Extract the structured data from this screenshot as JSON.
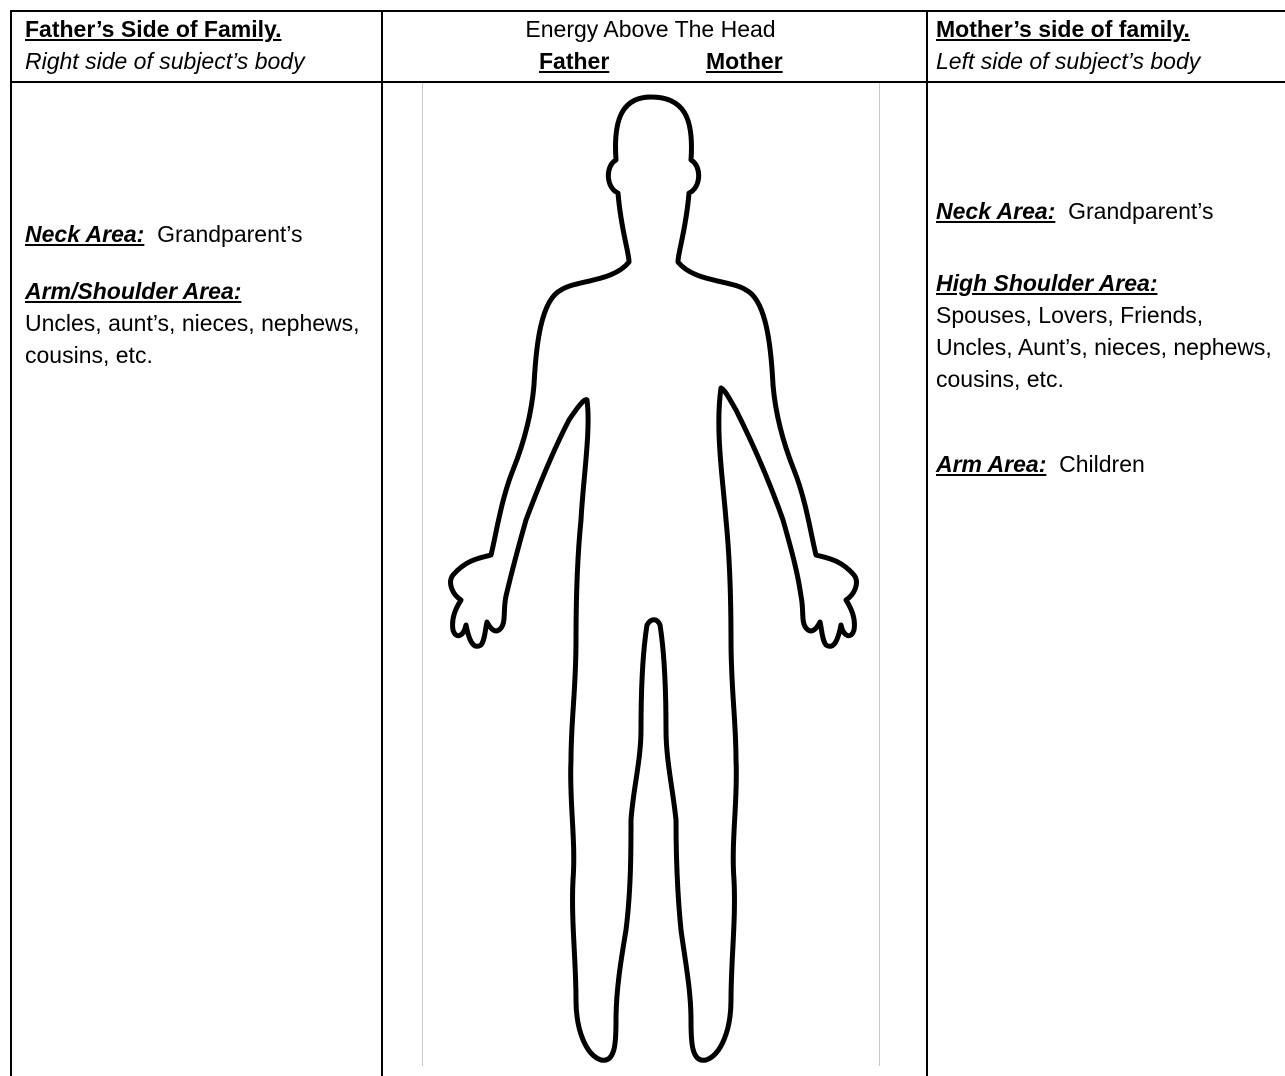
{
  "left_column": {
    "title": "Father’s Side of Family.",
    "subtitle": "Right side of subject’s body",
    "sections": [
      {
        "label": "Neck Area:",
        "text": "Grandparent’s"
      },
      {
        "label": "Arm/Shoulder Area:",
        "text": "Uncles, aunt’s, nieces, nephews, cousins, etc."
      }
    ]
  },
  "center_column": {
    "title": "Energy Above The Head",
    "father_label": "Father",
    "mother_label": "Mother"
  },
  "right_column": {
    "title": "Mother’s side of family.",
    "subtitle": "Left side of subject’s body",
    "sections": [
      {
        "label": "Neck Area:",
        "text": "Grandparent’s"
      },
      {
        "label": "High Shoulder Area:",
        "text": "Spouses, Lovers, Friends, Uncles, Aunt’s, nieces, nephews, cousins, etc."
      },
      {
        "label": "Arm Area:",
        "text": "Children"
      }
    ]
  },
  "figure": {
    "icon": "human-body-outline-icon",
    "stroke_color": "#000000"
  }
}
